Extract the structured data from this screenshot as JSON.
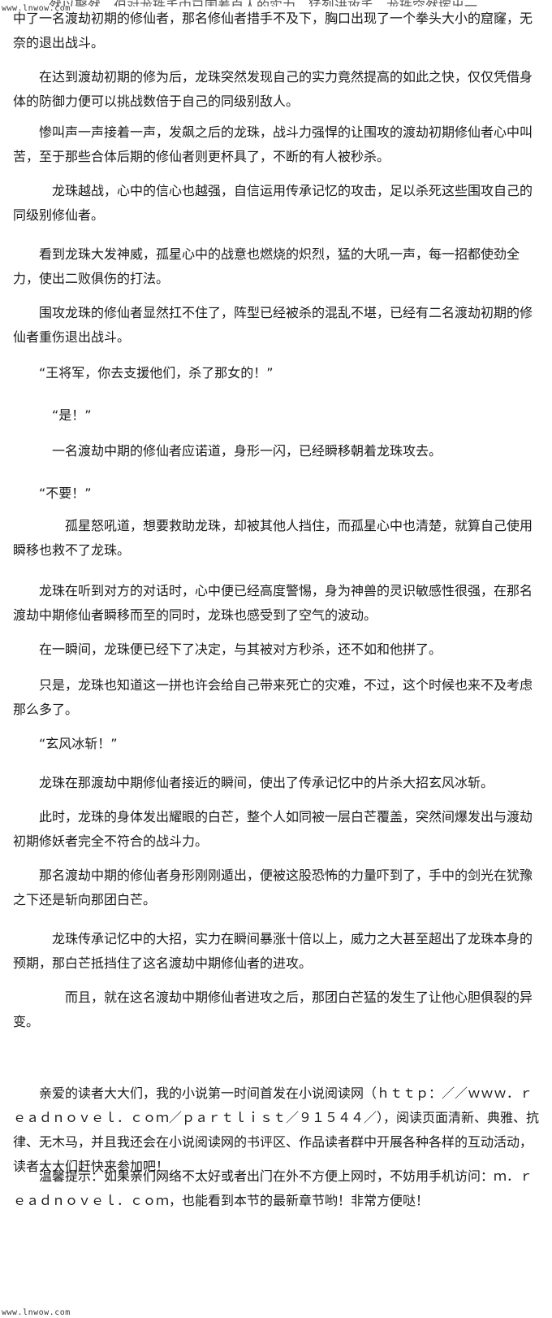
{
  "watermark_top": "www.lnwow.com",
  "watermark_bottom": "www.lnwow.com",
  "top_cut_line": "然以聚然，但对龙珠手中已围着自人的实力，猛烈进攻手，龙珠突然挥出一",
  "paragraphs": [
    "中了一名渡劫初期的修仙者，那名修仙者措手不及下，胸口出现了一个拳头大小的窟窿，无奈的退出战斗。",
    "　　在达到渡劫初期的修为后，龙珠突然发现自己的实力竟然提高的如此之快，仅仅凭借身体的防御力便可以挑战数倍于自己的同级别敌人。",
    "　　惨叫声一声接着一声，发飙之后的龙珠，战斗力强悍的让围攻的渡劫初期修仙者心中叫苦，至于那些合体后期的修仙者则更杯具了，不断的有人被秒杀。",
    "　　　龙珠越战，心中的信心也越强，自信运用传承记忆的攻击，足以杀死这些围攻自己的同级别修仙者。",
    "　　看到龙珠大发神威，孤星心中的战意也燃烧的炽烈，猛的大吼一声，每一招都使劲全力，使出二败俱伤的打法。",
    "　　围攻龙珠的修仙者显然扛不住了，阵型已经被杀的混乱不堪，已经有二名渡劫初期的修仙者重伤退出战斗。",
    "　　“王将军，你去支援他们，杀了那女的！”",
    "　　　“是！”",
    "　　　一名渡劫中期的修仙者应诺道，身形一闪，已经瞬移朝着龙珠攻去。",
    "　　“不要！”",
    "　　　　孤星怒吼道，想要救助龙珠，却被其他人挡住，而孤星心中也清楚，就算自己使用瞬移也救不了龙珠。",
    "　　龙珠在听到对方的对话时，心中便已经高度警惕，身为神兽的灵识敏感性很强，在那名渡劫中期修仙者瞬移而至的同时，龙珠也感受到了空气的波动。",
    "　　在一瞬间，龙珠便已经下了决定，与其被对方秒杀，还不如和他拼了。",
    "　　只是，龙珠也知道这一拼也许会给自己带来死亡的灾难，不过，这个时候也来不及考虑那么多了。",
    "　　“玄风冰斩！”",
    "　　龙珠在那渡劫中期修仙者接近的瞬间，使出了传承记忆中的片杀大招玄风冰斩。",
    "　　此时，龙珠的身体发出耀眼的白芒，整个人如同被一层白芒覆盖，突然间爆发出与渡劫初期修妖者完全不符合的战斗力。",
    "　　那名渡劫中期的修仙者身形刚刚遁出，便被这股恐怖的力量吓到了，手中的剑光在犹豫之下还是斩向那团白芒。",
    "　　　龙珠传承记忆中的大招，实力在瞬间暴涨十倍以上，威力之大甚至超出了龙珠本身的预期，那白芒抵挡住了这名渡劫中期修仙者的进攻。",
    "　　　　而且，就在这名渡劫中期修仙者进攻之后，那团白芒猛的发生了让他心胆俱裂的异变。",
    "　　亲爱的读者大大们，我的小说第一时间首发在小说阅读网（ｈｔｔｐ：／／ｗｗｗ．ｒｅａｄｎｏｖｅｌ．ｃｏｍ／ｐａｒｔｌｉｓｔ／９１５４４／），阅读页面清新、典雅、抗律、无木马，并且我还会在小说阅读网的书评区、作品读者群中开展各种各样的互动活动，读者大大们赶快来参加吧！",
    "　　温馨提示：如果亲们网络不太好或者出门在外不方便上网时，不妨用手机访问：ｍ．ｒｅａｄｎｏｖｅｌ．ｃｏｍ，也能看到本节的最新章节哟！非常方便哒！"
  ]
}
